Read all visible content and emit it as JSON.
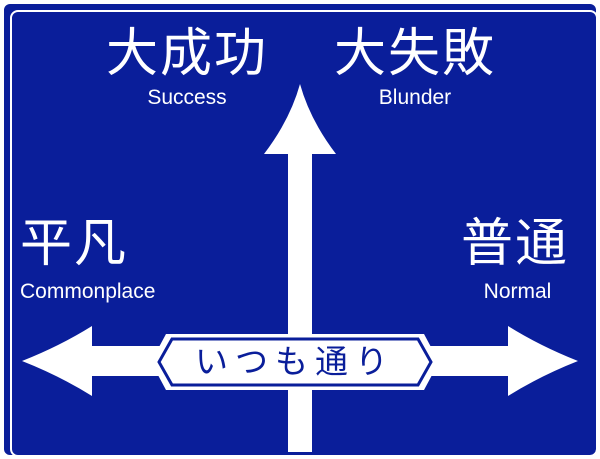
{
  "sign": {
    "colors": {
      "background": "#0a1e9a",
      "foreground": "#ffffff"
    },
    "directions": {
      "up_left": {
        "jp": "大成功",
        "en": "Success"
      },
      "up_right": {
        "jp": "大失敗",
        "en": "Blunder"
      },
      "left": {
        "jp": "平凡",
        "en": "Commonplace"
      },
      "right": {
        "jp": "普通",
        "en": "Normal"
      }
    },
    "center": {
      "label": "いつも通り"
    }
  }
}
